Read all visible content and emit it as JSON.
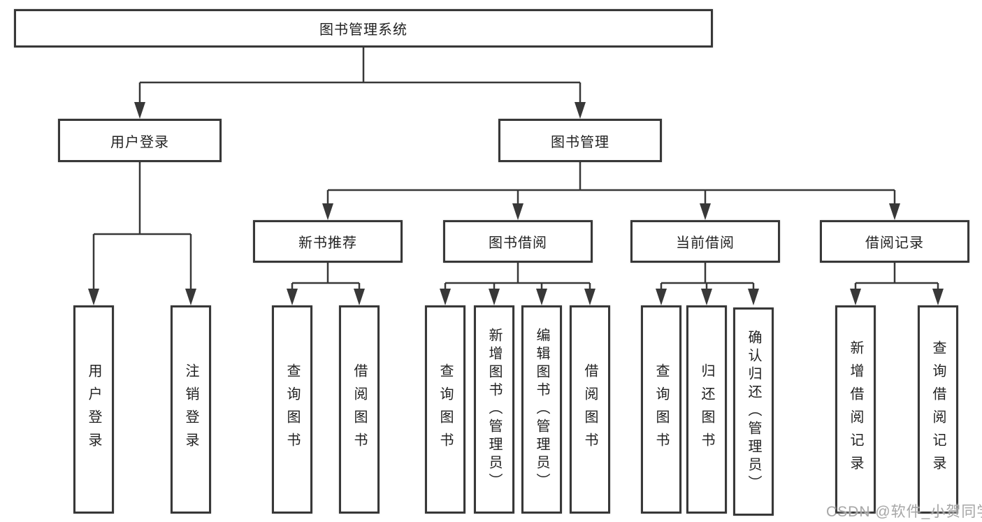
{
  "diagram": {
    "root": {
      "label": "图书管理系统"
    },
    "level2": [
      {
        "label": "用户登录"
      },
      {
        "label": "图书管理"
      }
    ],
    "level3": [
      {
        "label": "新书推荐"
      },
      {
        "label": "图书借阅"
      },
      {
        "label": "当前借阅"
      },
      {
        "label": "借阅记录"
      }
    ],
    "leaves": [
      {
        "label": "用户登录"
      },
      {
        "label": "注销登录"
      },
      {
        "label": "查询图书"
      },
      {
        "label": "借阅图书"
      },
      {
        "label": "查询图书"
      },
      {
        "label": "新增图书（管理员）"
      },
      {
        "label": "编辑图书（管理员）"
      },
      {
        "label": "借阅图书"
      },
      {
        "label": "查询图书"
      },
      {
        "label": "归还图书"
      },
      {
        "label": "确认归还（管理员）"
      },
      {
        "label": "新增借阅记录"
      },
      {
        "label": "查询借阅记录"
      }
    ]
  },
  "watermark": {
    "text": "CSDN @软件_小贺同学"
  },
  "colors": {
    "line": "#383838",
    "text": "#222222",
    "box_background": "#ffffff",
    "watermark": "#a6a6a6"
  }
}
